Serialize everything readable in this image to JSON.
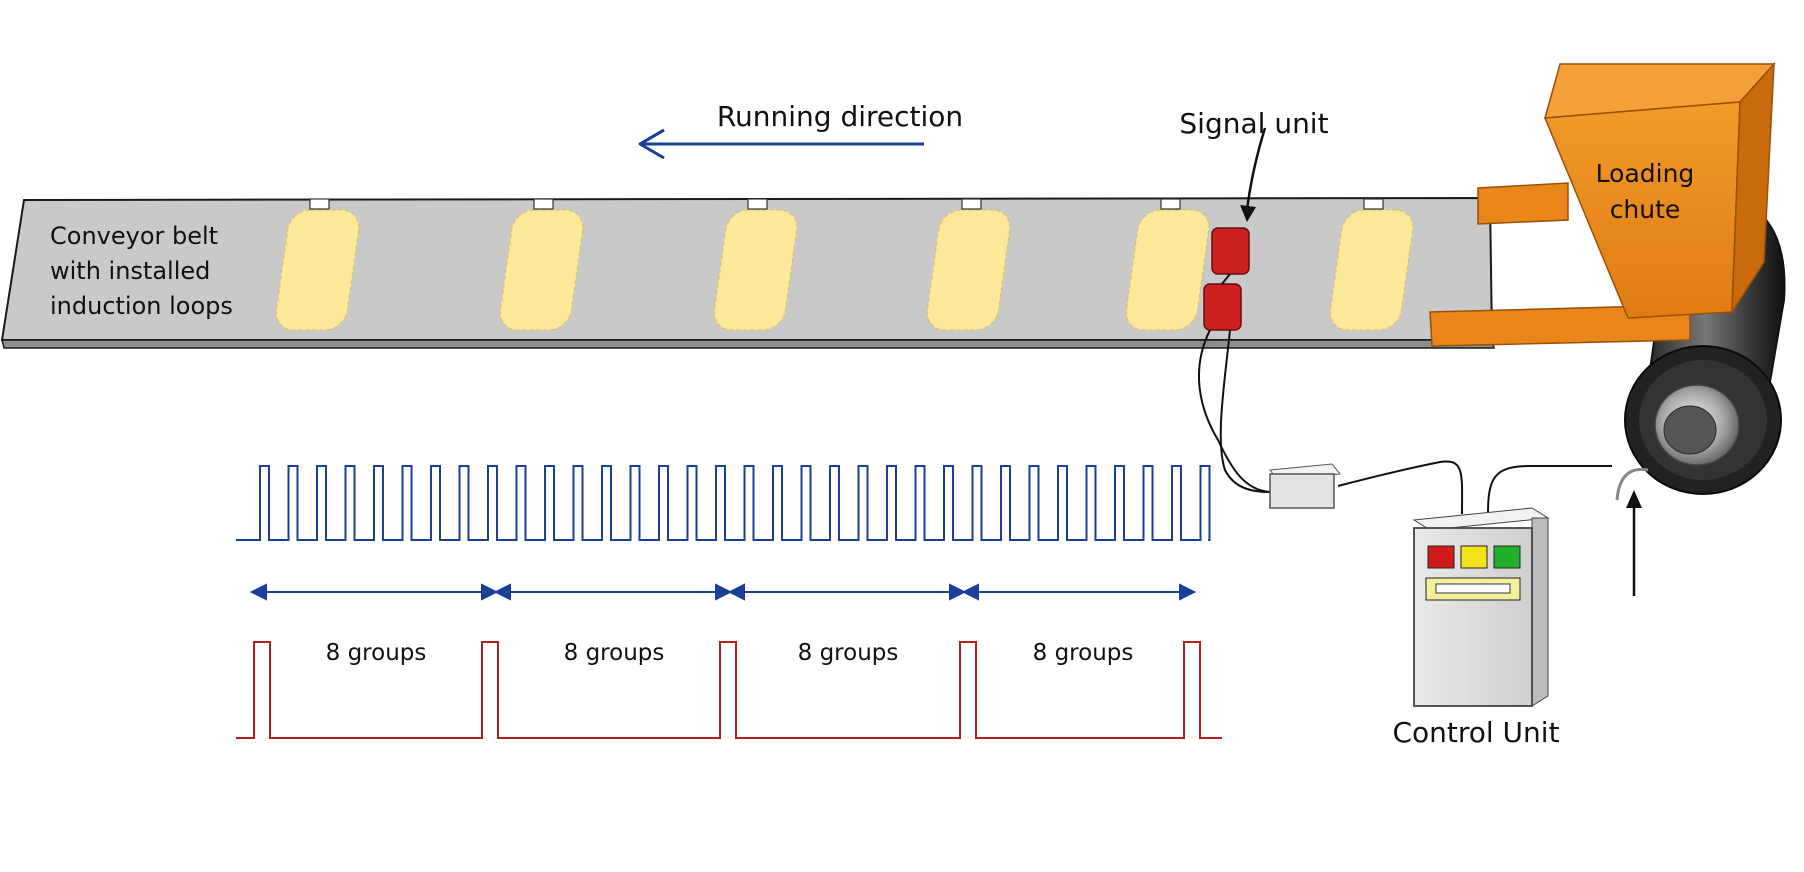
{
  "labels": {
    "running_direction": "Running direction",
    "signal_unit": "Signal unit",
    "loading_chute_line1": "Loading",
    "loading_chute_line2": "chute",
    "conveyor_line1": "Conveyor belt",
    "conveyor_line2": "with installed",
    "conveyor_line3": "induction loops",
    "control_unit": "Control Unit",
    "group_label": "8 groups"
  },
  "pulse_trains": {
    "loop_pulses": {
      "count": 34,
      "color": "#1a3f9a"
    },
    "group_pulses": {
      "count": 5,
      "color": "#b31d1d"
    }
  },
  "group_segments": [
    "8 groups",
    "8 groups",
    "8 groups",
    "8 groups"
  ],
  "induction_loop_count": 6,
  "colors": {
    "belt": "#c9c9c9",
    "loop_fill": "#fde89a",
    "chute": "#e8861a",
    "signal_unit": "#cc1f1f",
    "arrow_blue": "#1a3f9a",
    "pulse_red": "#b31d1d",
    "cabinet": "#e2e2e2",
    "lamp_red": "#d11a1a",
    "lamp_yellow": "#f2e21a",
    "lamp_green": "#22b02a"
  }
}
